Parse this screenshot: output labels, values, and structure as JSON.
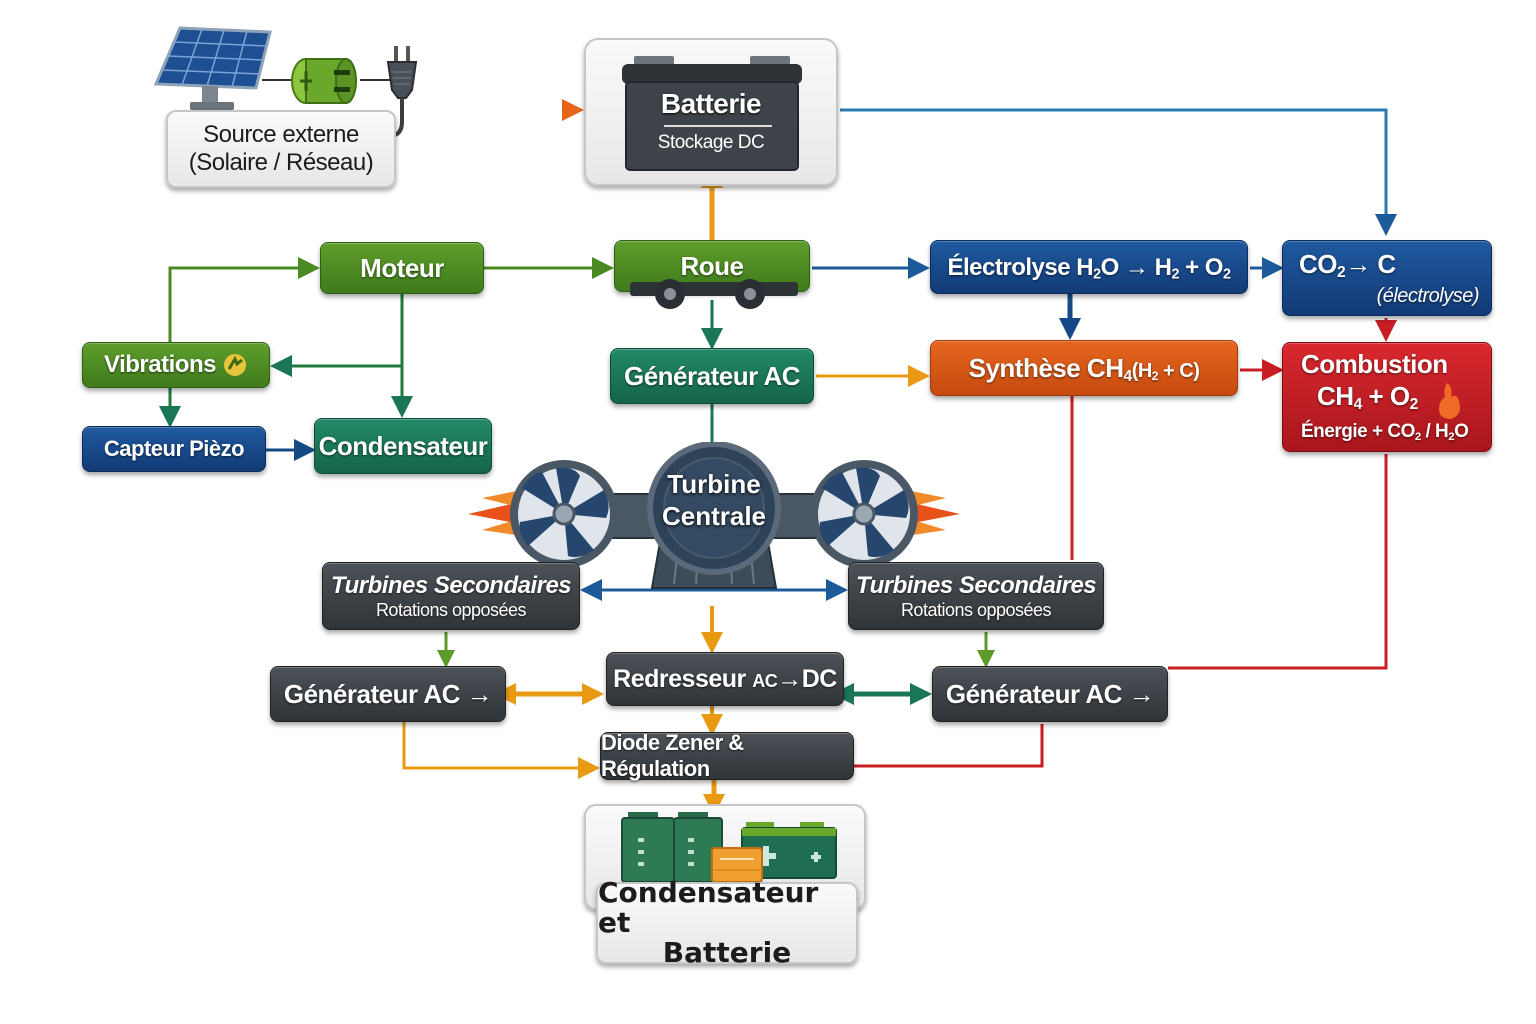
{
  "diagram": {
    "colors": {
      "green": "#4a8a22",
      "teal": "#1a7656",
      "blue": "#164a8c",
      "orange": "#d45a16",
      "red": "#c21e24",
      "dark": "#3c4247",
      "arrow_orange": "#e89a12",
      "arrow_blue": "#1d5a9a",
      "arrow_red": "#c81e24",
      "arrow_green": "#3f8a2a",
      "arrow_teal": "#1a7656"
    },
    "nodes": {
      "source": {
        "line1": "Source externe",
        "line2": "(Solaire / Réseau)"
      },
      "battery": {
        "title": "Batterie",
        "subtitle": "Stockage DC"
      },
      "moteur": {
        "label": "Moteur"
      },
      "roue": {
        "label": "Roue"
      },
      "electrolyse": {
        "prefix": "Électrolyse H",
        "s1": "2",
        "mid1": "O → H",
        "s2": "2",
        "mid2": " + O",
        "s3": "2"
      },
      "co2": {
        "prefix": "CO",
        "s1": "2",
        "suffix": "→ C",
        "note": "(électrolyse)"
      },
      "vibrations": {
        "label": "Vibrations"
      },
      "generateur_main": {
        "label": "Générateur AC"
      },
      "synthese": {
        "prefix": "Synthèse CH",
        "s1": "4",
        "mid": "(H",
        "s2": "2",
        "suffix": " + C)"
      },
      "combustion": {
        "title": "Combustion",
        "f1": "CH",
        "s1": "4",
        "f2": " + O",
        "s2": "2",
        "e1": "Énergie + CO",
        "e2": "2",
        "e3": " / H",
        "e4": "2",
        "e5": "O"
      },
      "piezo": {
        "label": "Capteur Pièzo"
      },
      "condensateur": {
        "label": "Condensateur"
      },
      "turbine": {
        "line1": "Turbine",
        "line2": "Centrale"
      },
      "turb_sec_left": {
        "title": "Turbines Secondaires",
        "subtitle": "Rotations opposées"
      },
      "turb_sec_right": {
        "title": "Turbines Secondaires",
        "subtitle": "Rotations opposées"
      },
      "gen_left": {
        "label": "Générateur AC →"
      },
      "redresseur": {
        "main": "Redresseur ",
        "small": "AC",
        "end": "→DC"
      },
      "gen_right": {
        "label": "Générateur AC →"
      },
      "diode": {
        "label": "Diode Zener & Régulation"
      },
      "storage": {
        "line1": "Condensateur et",
        "line2": "Batterie"
      }
    },
    "icons": {
      "solar": "solar-panel-icon",
      "cell": "battery-cell-icon",
      "plug": "power-plug-icon",
      "car_battery": "car-battery-icon",
      "wheels": "wheels-icon",
      "vibration": "vibration-icon",
      "flame": "flame-icon",
      "turbine_fan": "turbine-fan-icon",
      "battery_bank": "battery-bank-icon"
    }
  }
}
